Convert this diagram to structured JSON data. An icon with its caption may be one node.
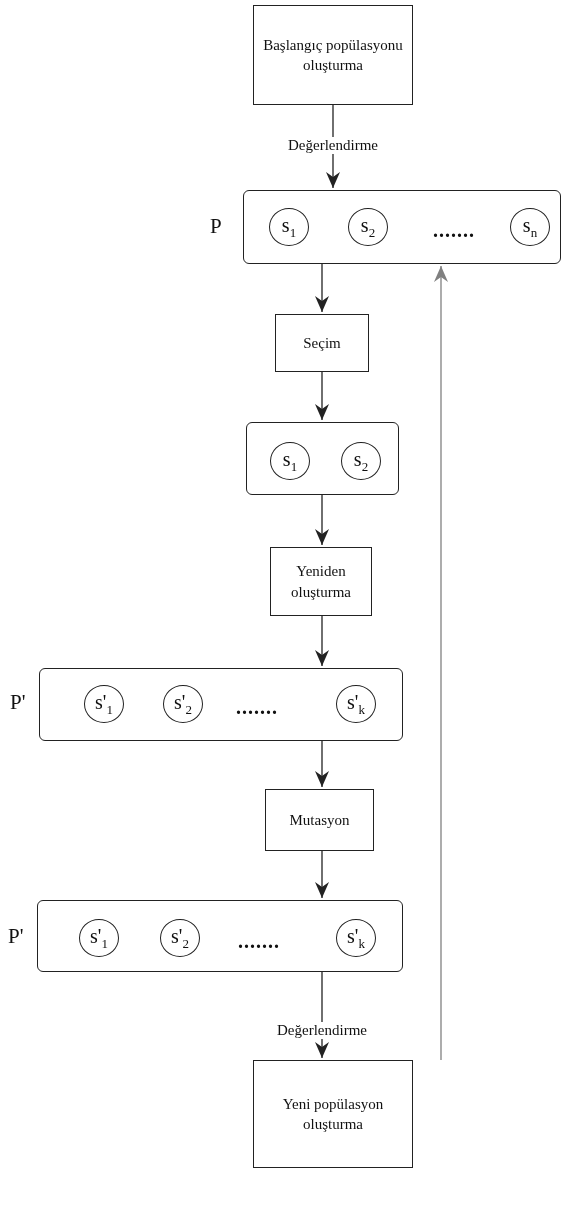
{
  "diagram": {
    "nodes": [
      {
        "text": [
          "Başlangıç popülasyonu oluşturma"
        ]
      },
      {
        "text": [
          "P"
        ]
      },
      {
        "text": [
          "s$_{1}$"
        ],
        "in": 1
      },
      {
        "text": [
          "s$_{2}$"
        ],
        "in": 1
      },
      {
        "text": [
          "s$_{n}$"
        ],
        "in": 1
      },
      {
        "text": [
          "Seçim"
        ]
      },
      {
        "text": [],
        "shape": "box"
      },
      {
        "text": [
          "s$_{1}$"
        ],
        "in": 6
      },
      {
        "text": [
          "s$_{2}$"
        ],
        "in": 6
      },
      {
        "text": [
          "Yeniden oluşturma"
        ]
      },
      {
        "text": [
          "P'"
        ]
      },
      {
        "text": [
          "s'$_{1}$"
        ],
        "in": 10
      },
      {
        "text": [
          "s'$_{2}$"
        ],
        "in": 10
      },
      {
        "text": [
          "s'$_{k}$"
        ],
        "in": 10
      },
      {
        "text": [
          "Mutasyon"
        ]
      },
      {
        "text": [
          "P'"
        ]
      },
      {
        "text": [
          "s'$_{1}$"
        ],
        "in": 15
      },
      {
        "text": [
          "s'$_{2}$"
        ],
        "in": 15
      },
      {
        "text": [
          "s'$_{k}$"
        ],
        "in": 15
      },
      {
        "text": [
          "Yeni popülasyon oluşturma"
        ]
      }
    ],
    "edges": [
      {
        "from": 0,
        "to": 1,
        "arrow": "to",
        "label": "Değerlendirme"
      },
      {
        "from": 1,
        "to": 5,
        "arrow": "to"
      },
      {
        "from": 5,
        "to": 6,
        "arrow": "to"
      },
      {
        "from": 6,
        "to": 9,
        "arrow": "to"
      },
      {
        "from": 9,
        "to": 10,
        "arrow": "to"
      },
      {
        "from": 10,
        "to": 14,
        "arrow": "to"
      },
      {
        "from": 14,
        "to": 15,
        "arrow": "to"
      },
      {
        "from": 15,
        "to": 19,
        "arrow": "to",
        "label": "Değerlendirme"
      },
      {
        "from": 19,
        "to": 1,
        "arrow": "to",
        "color": "#808080"
      }
    ],
    "labels": [
      ".......",
      ".......",
      "......."
    ]
  }
}
